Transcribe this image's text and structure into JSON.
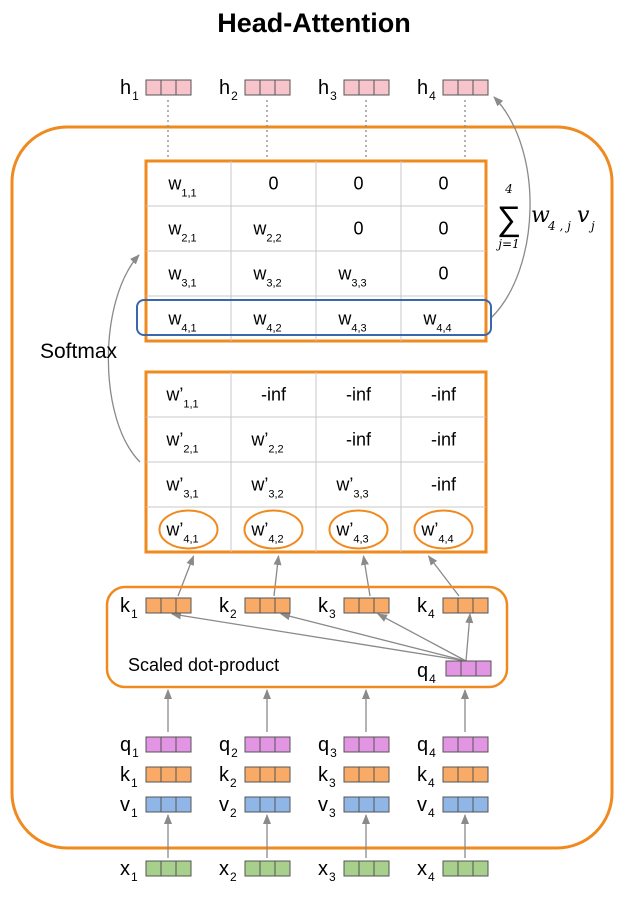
{
  "title": "Head-Attention",
  "labels": {
    "softmax": "Softmax",
    "scaled_dot_product": "Scaled dot-product"
  },
  "sum_formula": {
    "symbol": "∑",
    "upper": "4",
    "lower": "j=1",
    "term": "w",
    "term_sub": "4 , j",
    "var": "v",
    "var_sub": "j"
  },
  "outputs": [
    {
      "base": "h",
      "sub": "1"
    },
    {
      "base": "h",
      "sub": "2"
    },
    {
      "base": "h",
      "sub": "3"
    },
    {
      "base": "h",
      "sub": "4"
    }
  ],
  "weights_matrix": [
    [
      {
        "b": "w",
        "s": "1,1"
      },
      {
        "b": "0",
        "s": ""
      },
      {
        "b": "0",
        "s": ""
      },
      {
        "b": "0",
        "s": ""
      }
    ],
    [
      {
        "b": "w",
        "s": "2,1"
      },
      {
        "b": "w",
        "s": "2,2"
      },
      {
        "b": "0",
        "s": ""
      },
      {
        "b": "0",
        "s": ""
      }
    ],
    [
      {
        "b": "w",
        "s": "3,1"
      },
      {
        "b": "w",
        "s": "3,2"
      },
      {
        "b": "w",
        "s": "3,3"
      },
      {
        "b": "0",
        "s": ""
      }
    ],
    [
      {
        "b": "w",
        "s": "4,1"
      },
      {
        "b": "w",
        "s": "4,2"
      },
      {
        "b": "w",
        "s": "4,3"
      },
      {
        "b": "w",
        "s": "4,4"
      }
    ]
  ],
  "scores_matrix": [
    [
      {
        "b": "w’",
        "s": "1,1"
      },
      {
        "b": "-inf",
        "s": ""
      },
      {
        "b": "-inf",
        "s": ""
      },
      {
        "b": "-inf",
        "s": ""
      }
    ],
    [
      {
        "b": "w’",
        "s": "2,1"
      },
      {
        "b": "w’",
        "s": "2,2"
      },
      {
        "b": "-inf",
        "s": ""
      },
      {
        "b": "-inf",
        "s": ""
      }
    ],
    [
      {
        "b": "w’",
        "s": "3,1"
      },
      {
        "b": "w’",
        "s": "3,2"
      },
      {
        "b": "w’",
        "s": "3,3"
      },
      {
        "b": "-inf",
        "s": ""
      }
    ],
    [
      {
        "b": "w’",
        "s": "4,1"
      },
      {
        "b": "w’",
        "s": "4,2"
      },
      {
        "b": "w’",
        "s": "4,3"
      },
      {
        "b": "w’",
        "s": "4,4"
      }
    ]
  ],
  "dot_keys": [
    {
      "base": "k",
      "sub": "1"
    },
    {
      "base": "k",
      "sub": "2"
    },
    {
      "base": "k",
      "sub": "3"
    },
    {
      "base": "k",
      "sub": "4"
    }
  ],
  "dot_query": {
    "base": "q",
    "sub": "4"
  },
  "projections": {
    "q": [
      {
        "base": "q",
        "sub": "1"
      },
      {
        "base": "q",
        "sub": "2"
      },
      {
        "base": "q",
        "sub": "3"
      },
      {
        "base": "q",
        "sub": "4"
      }
    ],
    "k": [
      {
        "base": "k",
        "sub": "1"
      },
      {
        "base": "k",
        "sub": "2"
      },
      {
        "base": "k",
        "sub": "3"
      },
      {
        "base": "k",
        "sub": "4"
      }
    ],
    "v": [
      {
        "base": "v",
        "sub": "1"
      },
      {
        "base": "v",
        "sub": "2"
      },
      {
        "base": "v",
        "sub": "3"
      },
      {
        "base": "v",
        "sub": "4"
      }
    ]
  },
  "inputs": [
    {
      "base": "x",
      "sub": "1"
    },
    {
      "base": "x",
      "sub": "2"
    },
    {
      "base": "x",
      "sub": "3"
    },
    {
      "base": "x",
      "sub": "4"
    }
  ],
  "colors": {
    "frame": "#f08a1e",
    "highlight": "#3a66b0",
    "h_fill": "#f7c4cc",
    "q_fill": "#e295e2",
    "k_fill": "#f9aa66",
    "v_fill": "#8fb6e6",
    "x_fill": "#a8d08d",
    "arrow": "#8a8a8a",
    "grid": "#c8c8c8"
  }
}
